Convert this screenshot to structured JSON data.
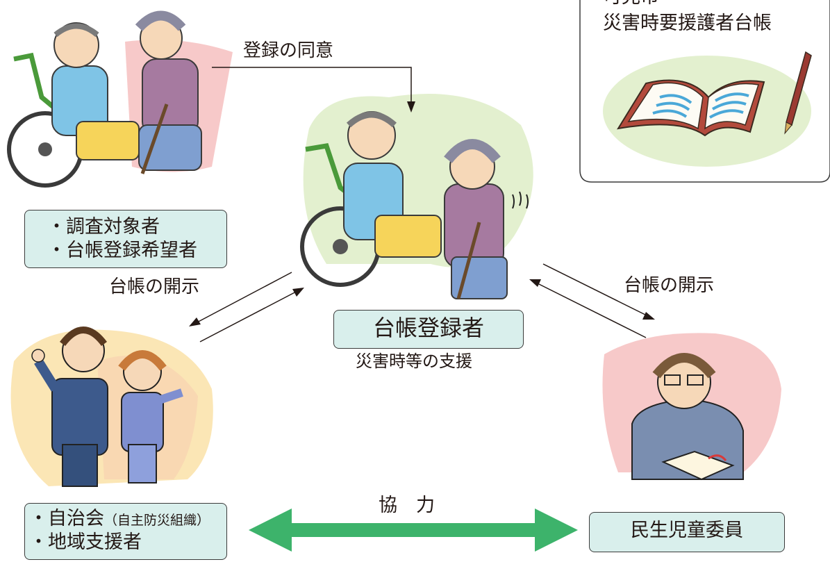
{
  "ledger_box": {
    "title_line1": "可児市",
    "title_line2": "災害時要援護者台帳"
  },
  "consent_label": "登録の同意",
  "top_left_box": {
    "items": [
      "・調査対象者",
      "・台帳登録希望者"
    ]
  },
  "center_box": {
    "label": "台帳登録者",
    "sub_label": "災害時等の支援"
  },
  "disclosure_left": "台帳の開示",
  "disclosure_right": "台帳の開示",
  "bottom_left_box": {
    "item1_main": "・自治会",
    "item1_paren": "（自主防災組織）",
    "item2": "・地域支援者"
  },
  "bottom_right_box": {
    "label": "民生児童委員"
  },
  "cooperation_label": "協　力",
  "colors": {
    "box_fill": "#d9efec",
    "arrow_green": "#3db36b",
    "bg_green": "#e3f0cf",
    "bg_pink": "#f7c9c9",
    "bg_yellow": "#fbe6b5"
  }
}
